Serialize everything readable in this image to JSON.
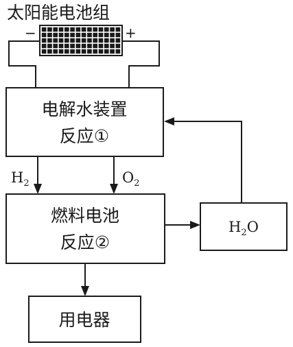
{
  "solar_panel": {
    "label": "太阳能电池组",
    "negative": "−",
    "positive": "+"
  },
  "electrolysis_box": {
    "line1": "电解水装置",
    "line2": "反应①"
  },
  "fuel_cell_box": {
    "line1": "燃料电池",
    "line2": "反应②"
  },
  "water_box": {
    "formula_main": "H",
    "formula_sub": "2",
    "formula_tail": "O"
  },
  "appliance_box": {
    "label": "用电器"
  },
  "arrows": {
    "hydrogen": {
      "main": "H",
      "sub": "2"
    },
    "oxygen": {
      "main": "O",
      "sub": "2"
    }
  }
}
